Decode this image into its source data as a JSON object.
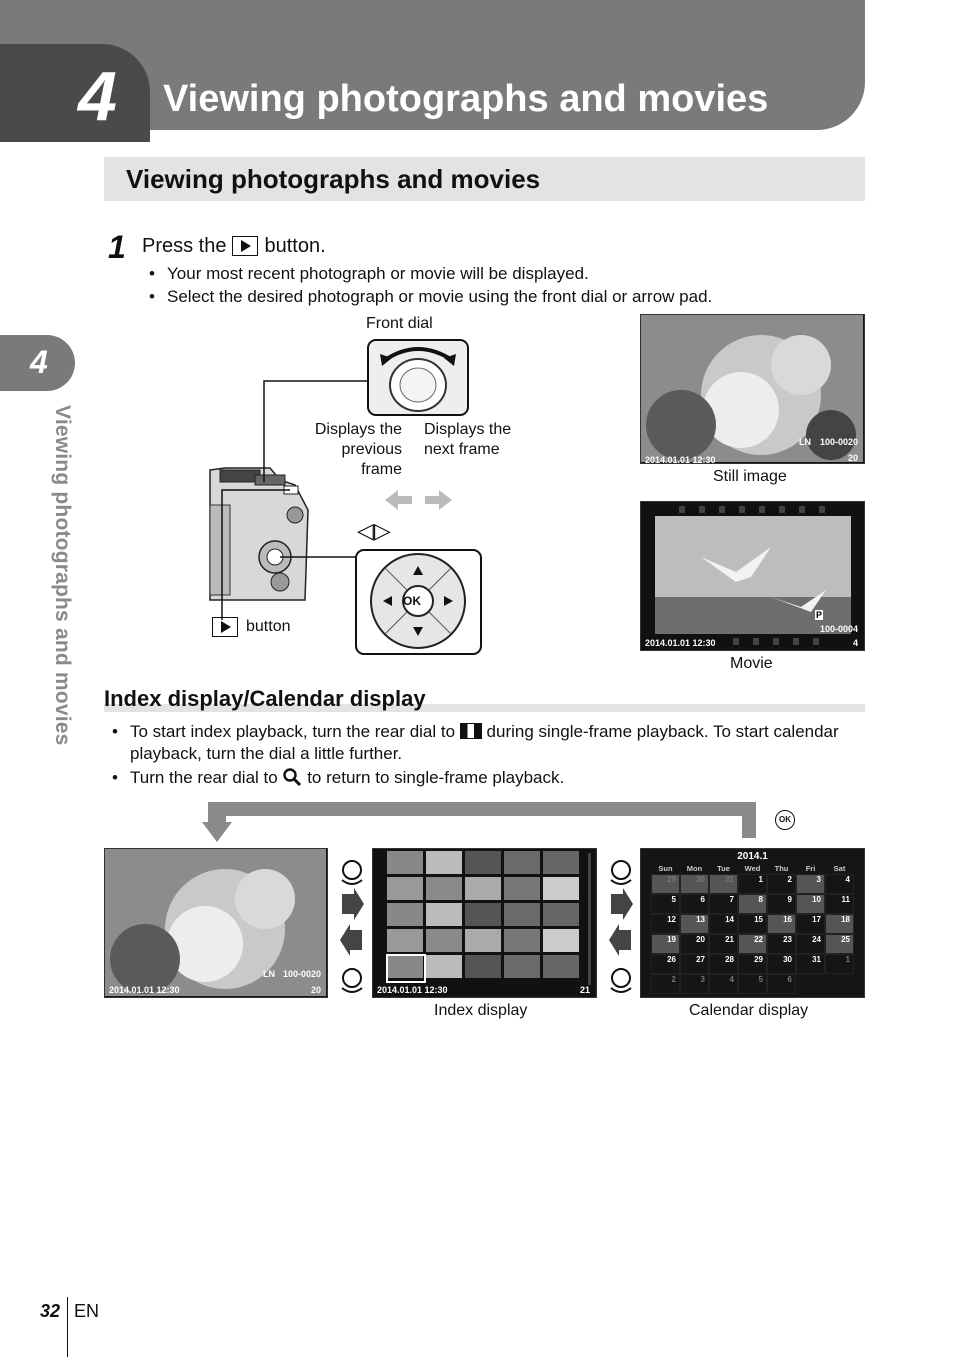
{
  "chapter": {
    "number": "4",
    "title": "Viewing photographs and movies"
  },
  "section": {
    "title": "Viewing photographs and movies"
  },
  "side_tab": {
    "number": "4",
    "text": "Viewing photographs and movies"
  },
  "step1": {
    "number": "1",
    "text_before": "Press the",
    "text_after": "button.",
    "bullets": [
      "Your most recent photograph or movie will be displayed.",
      "Select the desired photograph or movie using the front dial or arrow pad."
    ]
  },
  "camera_diagram": {
    "front_dial_label": "Front dial",
    "prev_frame_label": [
      "Displays the",
      "previous",
      "frame"
    ],
    "next_frame_label": [
      "Displays the",
      "next frame"
    ],
    "arrow_symbol": "◁▷",
    "ok_label": "OK",
    "button_label": "button"
  },
  "still_image": {
    "caption": "Still image",
    "date": "2014.01.01 12:30",
    "file": "100-0020",
    "count": "20",
    "quality": "LN"
  },
  "movie": {
    "caption": "Movie",
    "date": "2014.01.01 12:30",
    "file": "100-0004",
    "count": "4",
    "mode": "P"
  },
  "index_section": {
    "title": "Index display/Calendar display",
    "bullet1_before": "To start index playback, turn the rear dial to",
    "bullet1_after": "during single-frame playback. To start calendar playback, turn the dial a little further.",
    "bullet2_before": "Turn the rear dial to",
    "bullet2_after": "to return to single-frame playback.",
    "ok_label": "OK"
  },
  "single_frame": {
    "date": "2014.01.01 12:30",
    "file": "100-0020",
    "count": "20",
    "quality": "LN"
  },
  "index_display": {
    "caption": "Index display",
    "date": "2014.01.01 12:30",
    "count": "21"
  },
  "calendar_display": {
    "caption": "Calendar display",
    "month": "2014.1",
    "weekdays": [
      "Sun",
      "Mon",
      "Tue",
      "Wed",
      "Thu",
      "Fri",
      "Sat"
    ],
    "days": [
      "29",
      "30",
      "31",
      "1",
      "2",
      "3",
      "4",
      "5",
      "6",
      "7",
      "8",
      "9",
      "10",
      "11",
      "12",
      "13",
      "14",
      "15",
      "16",
      "17",
      "18",
      "19",
      "20",
      "21",
      "22",
      "23",
      "24",
      "25",
      "26",
      "27",
      "28",
      "29",
      "30",
      "31",
      "1",
      "2",
      "3",
      "4",
      "5",
      "6"
    ]
  },
  "footer": {
    "page": "32",
    "lang": "EN"
  }
}
